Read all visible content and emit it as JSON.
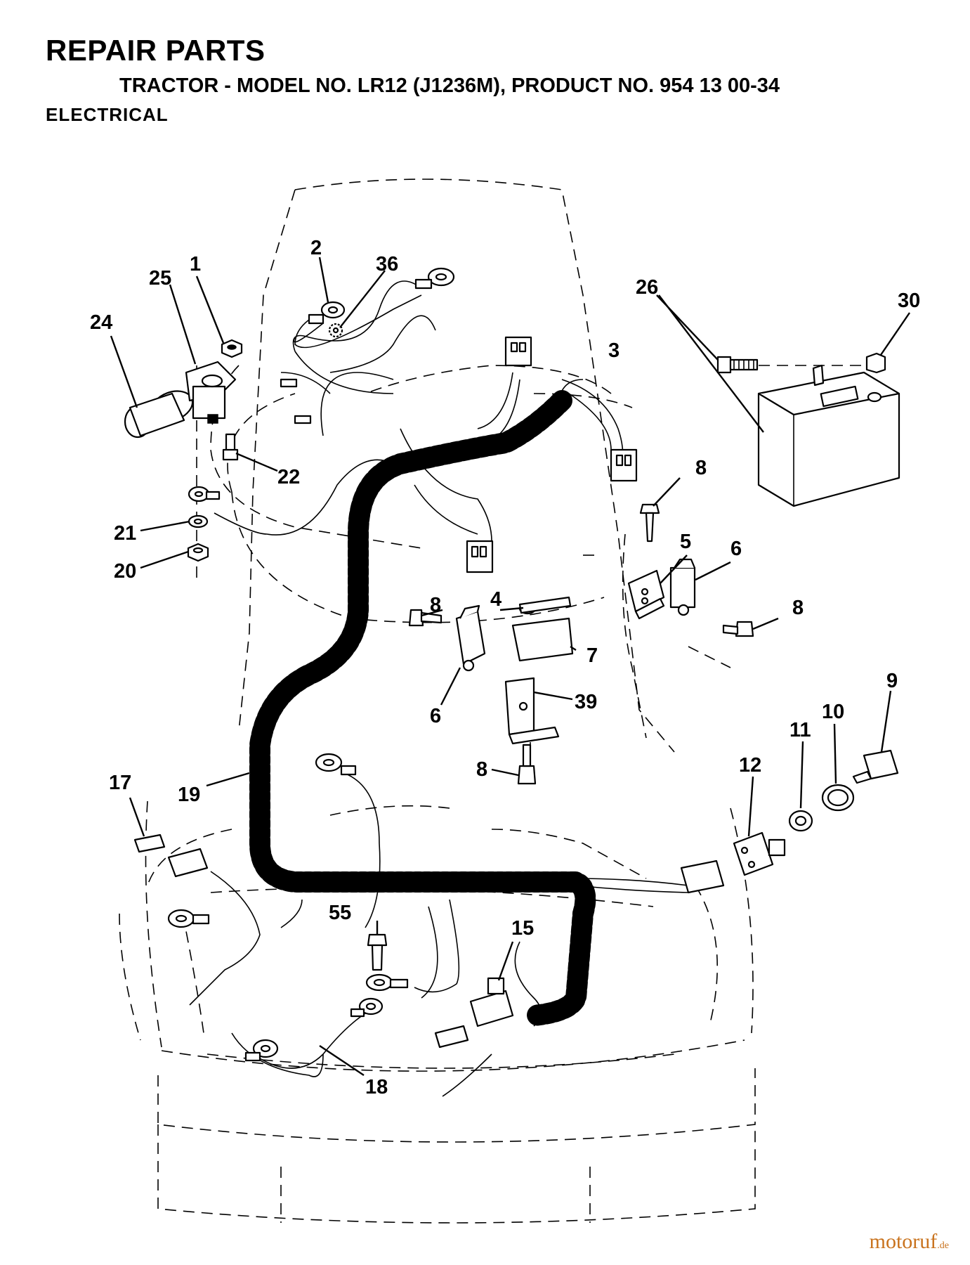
{
  "header": {
    "title": "REPAIR PARTS",
    "subtitle": "TRACTOR - MODEL NO. LR12 (J1236M), PRODUCT NO. 954 13 00-34",
    "section": "ELECTRICAL"
  },
  "callouts": [
    "1",
    "2",
    "3",
    "4",
    "5",
    "6",
    "6",
    "7",
    "8",
    "8",
    "8",
    "8",
    "9",
    "10",
    "11",
    "12",
    "15",
    "17",
    "18",
    "19",
    "20",
    "21",
    "22",
    "24",
    "25",
    "26",
    "30",
    "36",
    "39",
    "55"
  ],
  "watermark": {
    "brand": "motoruf",
    "tld": ".de"
  },
  "colors": {
    "ink": "#000000",
    "paper": "#ffffff",
    "watermark": "#c9731e"
  }
}
